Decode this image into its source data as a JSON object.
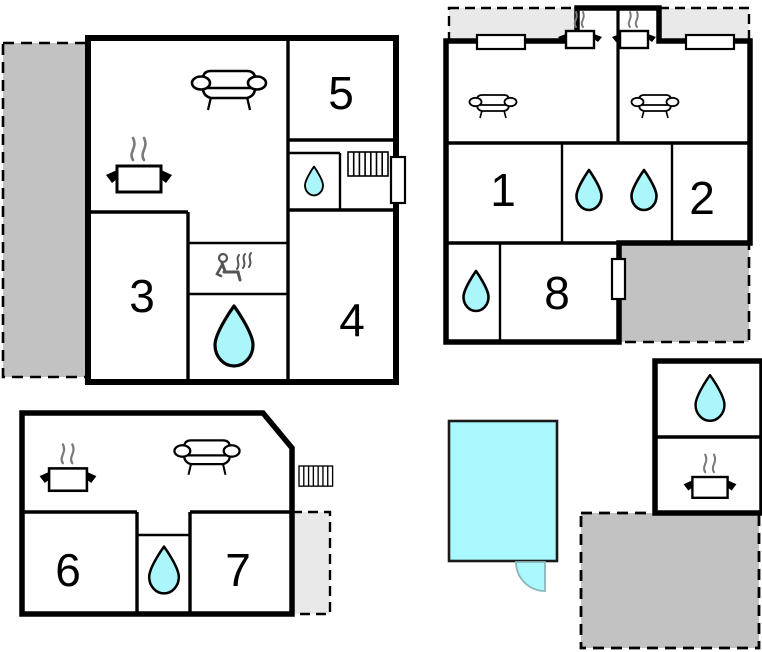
{
  "document": {
    "kind": "floor-plan",
    "title": "",
    "colors": {
      "wall": "#000000",
      "interior_wall": "#000000",
      "fill_room": "#ffffff",
      "garden_gray": "#c2c2c2",
      "terrace_light_gray": "#e9e9e9",
      "water_cyan": "#aaf6fb",
      "pool_cyan": "#aaf8fd",
      "icon_line": "#000000",
      "steam_line": "#6f6f6f"
    }
  },
  "buildings": [
    {
      "name": "main-building",
      "label": "Main building (upper left)",
      "rooms": [
        {
          "id": "living-kitchen-open",
          "number": "",
          "icons": [
            "sofa-icon",
            "cooking-pot-icon"
          ]
        },
        {
          "id": "room-5",
          "number": "5",
          "icons": []
        },
        {
          "id": "bathroom-upper-right",
          "number": "",
          "icons": [
            "water-drop-icon"
          ]
        },
        {
          "id": "room-3",
          "number": "3",
          "icons": []
        },
        {
          "id": "sauna",
          "number": "",
          "icons": [
            "sauna-icon"
          ]
        },
        {
          "id": "bathroom-center",
          "number": "",
          "icons": [
            "water-drop-icon"
          ]
        },
        {
          "id": "room-4",
          "number": "4",
          "icons": []
        }
      ],
      "fixtures": [
        "radiator-icon",
        "door-icon"
      ],
      "outdoor": [
        "garden-area-left"
      ]
    },
    {
      "name": "upper-right-building",
      "label": "Upper right building",
      "rooms": [
        {
          "id": "living-left",
          "number": "",
          "icons": [
            "sofa-icon",
            "cooking-pot-icon"
          ]
        },
        {
          "id": "living-right",
          "number": "",
          "icons": [
            "sofa-icon",
            "cooking-pot-icon"
          ]
        },
        {
          "id": "room-1",
          "number": "1",
          "icons": []
        },
        {
          "id": "bathroom-1",
          "number": "",
          "icons": [
            "water-drop-icon"
          ]
        },
        {
          "id": "bathroom-2",
          "number": "",
          "icons": [
            "water-drop-icon"
          ]
        },
        {
          "id": "room-2",
          "number": "2",
          "icons": []
        },
        {
          "id": "bathroom-8",
          "number": "",
          "icons": [
            "water-drop-icon"
          ]
        },
        {
          "id": "room-8",
          "number": "8",
          "icons": []
        }
      ],
      "fixtures": [
        "window-icon-left",
        "window-icon-right",
        "door-icon"
      ],
      "outdoor": [
        "terrace-upper-left",
        "terrace-upper-right",
        "garden-lower-right"
      ]
    },
    {
      "name": "lower-left-building",
      "label": "Lower left building",
      "rooms": [
        {
          "id": "living-kitchen-open-2",
          "number": "",
          "icons": [
            "cooking-pot-icon",
            "sofa-icon"
          ]
        },
        {
          "id": "room-6",
          "number": "6",
          "icons": []
        },
        {
          "id": "bathroom-67",
          "number": "",
          "icons": [
            "water-drop-icon"
          ]
        },
        {
          "id": "room-7",
          "number": "7",
          "icons": []
        }
      ],
      "fixtures": [
        "radiator-icon"
      ],
      "outdoor": [
        "terrace-right"
      ]
    },
    {
      "name": "lower-right-annex",
      "label": "Lower right annex",
      "rooms": [
        {
          "id": "annex-bathroom",
          "number": "",
          "icons": [
            "water-drop-icon"
          ]
        },
        {
          "id": "annex-kitchen",
          "number": "",
          "icons": [
            "cooking-pot-icon"
          ]
        }
      ],
      "fixtures": [],
      "outdoor": [
        "garden-lower"
      ]
    }
  ],
  "features": {
    "pool": {
      "name": "swimming-pool",
      "label": "",
      "has_step": true
    },
    "room_numbers": [
      "1",
      "2",
      "3",
      "4",
      "5",
      "6",
      "7",
      "8"
    ]
  },
  "labels": {
    "n1": "1",
    "n2": "2",
    "n3": "3",
    "n4": "4",
    "n5": "5",
    "n6": "6",
    "n7": "7",
    "n8": "8"
  }
}
